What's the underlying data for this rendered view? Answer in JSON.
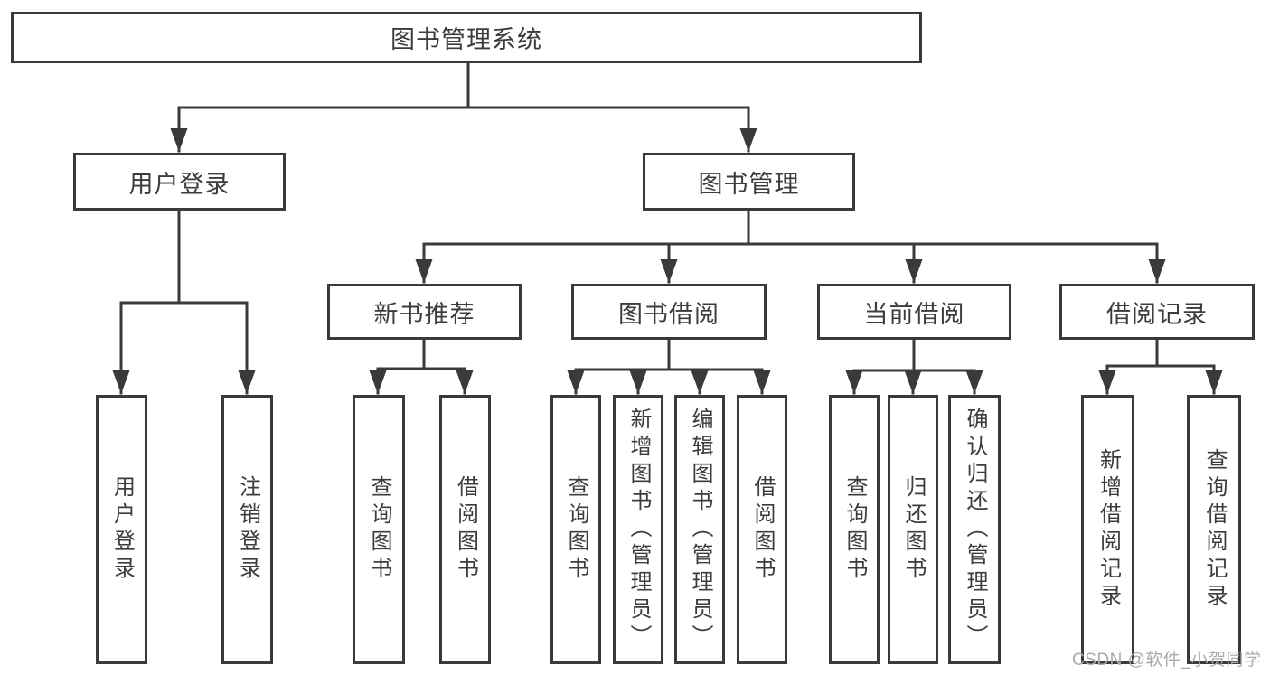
{
  "diagram": {
    "root": {
      "label": "图书管理系统"
    },
    "branches": [
      {
        "label": "用户登录"
      },
      {
        "label": "图书管理"
      }
    ],
    "modules": [
      {
        "label": "新书推荐",
        "parent": "图书管理"
      },
      {
        "label": "图书借阅",
        "parent": "图书管理"
      },
      {
        "label": "当前借阅",
        "parent": "图书管理"
      },
      {
        "label": "借阅记录",
        "parent": "图书管理"
      }
    ],
    "functions": [
      {
        "label": "用户登录",
        "parent": "用户登录"
      },
      {
        "label": "注销登录",
        "parent": "用户登录"
      },
      {
        "label": "查询图书",
        "parent": "新书推荐"
      },
      {
        "label": "借阅图书",
        "parent": "新书推荐"
      },
      {
        "label": "查询图书",
        "parent": "图书借阅"
      },
      {
        "label": "新增图书（管理员）",
        "parent": "图书借阅"
      },
      {
        "label": "编辑图书（管理员）",
        "parent": "图书借阅"
      },
      {
        "label": "借阅图书",
        "parent": "图书借阅"
      },
      {
        "label": "查询图书",
        "parent": "当前借阅"
      },
      {
        "label": "归还图书",
        "parent": "当前借阅"
      },
      {
        "label": "确认归还（管理员）",
        "parent": "当前借阅"
      },
      {
        "label": "新增借阅记录",
        "parent": "借阅记录"
      },
      {
        "label": "查询借阅记录",
        "parent": "借阅记录"
      }
    ],
    "colors": {
      "line": "#3a3a3a",
      "box_border": "#3a3a3a",
      "text": "#3c3c3c",
      "background": "#ffffff"
    }
  },
  "watermark": {
    "text": "CSDN @软件_小贺同学",
    "color": "#ababab"
  }
}
